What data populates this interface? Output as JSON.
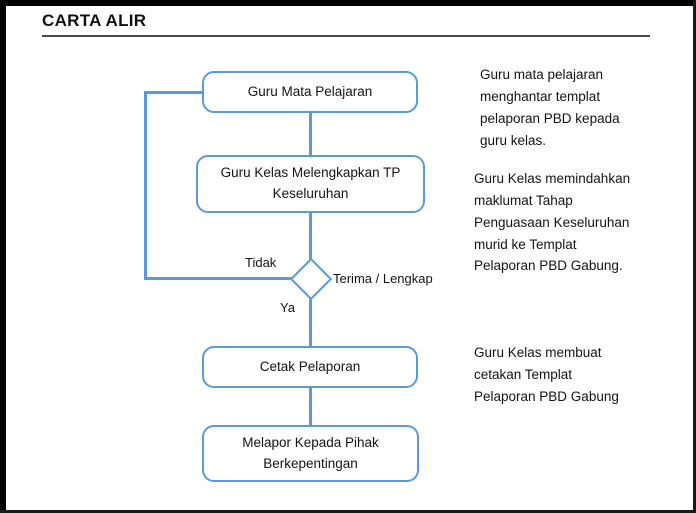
{
  "title": "CARTA ALIR",
  "colors": {
    "node_border": "#5b9bd5",
    "connector": "#5b9bd5",
    "frame": "#000000",
    "text": "#141414",
    "rule": "#4a4a4a"
  },
  "flowchart": {
    "type": "flowchart",
    "nodes": [
      {
        "id": "n1",
        "shape": "rounded-rect",
        "label": "Guru Mata Pelajaran"
      },
      {
        "id": "n2",
        "shape": "rounded-rect",
        "label": "Guru Kelas Melengkapkan TP Keseluruhan"
      },
      {
        "id": "n3",
        "shape": "diamond",
        "label": "Terima / Lengkap"
      },
      {
        "id": "n4",
        "shape": "rounded-rect",
        "label": "Cetak Pelaporan"
      },
      {
        "id": "n5",
        "shape": "rounded-rect",
        "label": "Melapor Kepada Pihak Berkepentingan"
      }
    ],
    "node_lines": {
      "n2_line1": "Guru Kelas Melengkapkan TP",
      "n2_line2": "Keseluruhan",
      "n5_line1": "Melapor Kepada Pihak",
      "n5_line2": "Berkepentingan"
    },
    "edges": [
      {
        "from": "n1",
        "to": "n2",
        "label": ""
      },
      {
        "from": "n2",
        "to": "n3",
        "label": ""
      },
      {
        "from": "n3",
        "to": "n1",
        "label": "Tidak"
      },
      {
        "from": "n3",
        "to": "n4",
        "label": "Ya"
      },
      {
        "from": "n4",
        "to": "n5",
        "label": ""
      }
    ],
    "decision_label": "Terima / Lengkap",
    "label_tidak": "Tidak",
    "label_ya": "Ya"
  },
  "notes": [
    {
      "id": "note1",
      "lines": [
        "Guru mata pelajaran",
        "menghantar templat",
        "pelaporan PBD kepada",
        "guru kelas."
      ]
    },
    {
      "id": "note2",
      "lines": [
        "Guru Kelas memindahkan",
        "maklumat Tahap",
        "Penguasaan Keseluruhan",
        "murid ke Templat",
        "Pelaporan PBD Gabung."
      ]
    },
    {
      "id": "note3",
      "lines": [
        "Guru Kelas membuat",
        "cetakan  Templat",
        "Pelaporan PBD Gabung"
      ]
    }
  ]
}
